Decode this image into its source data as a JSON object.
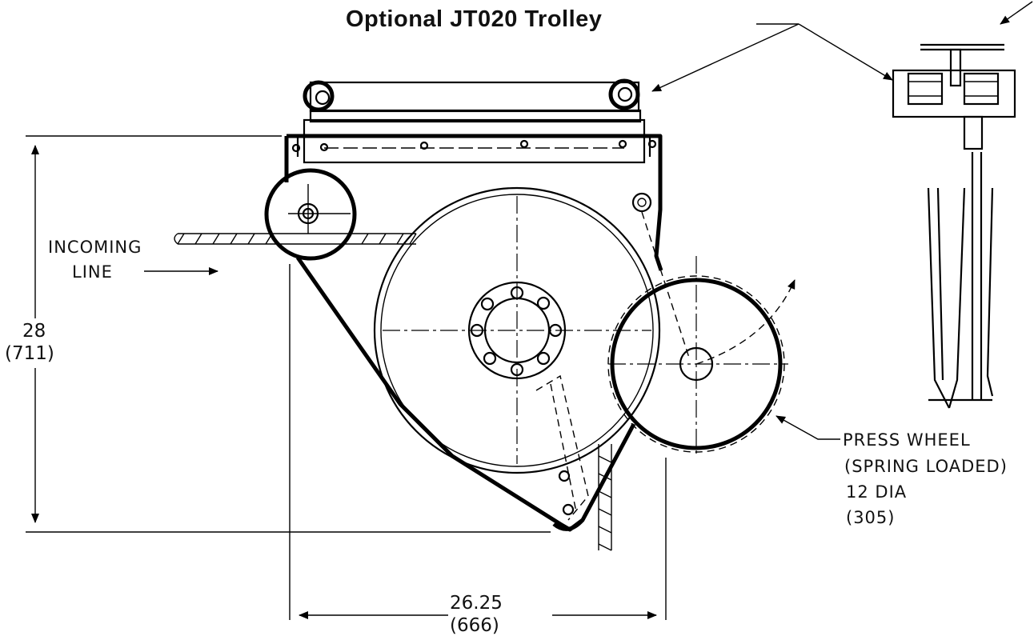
{
  "title": "Optional JT020 Trolley",
  "callouts": {
    "incoming_line": [
      "INCOMING",
      "LINE"
    ],
    "press_wheel": [
      "PRESS WHEEL",
      "(SPRING LOADED)",
      "12 DIA",
      "(305)"
    ]
  },
  "dimensions": {
    "height": {
      "imperial": "28",
      "metric": "(711)"
    },
    "width": {
      "imperial": "26.25",
      "metric": "(666)"
    }
  },
  "colors": {
    "ink": "#000000",
    "paper": "#ffffff"
  }
}
